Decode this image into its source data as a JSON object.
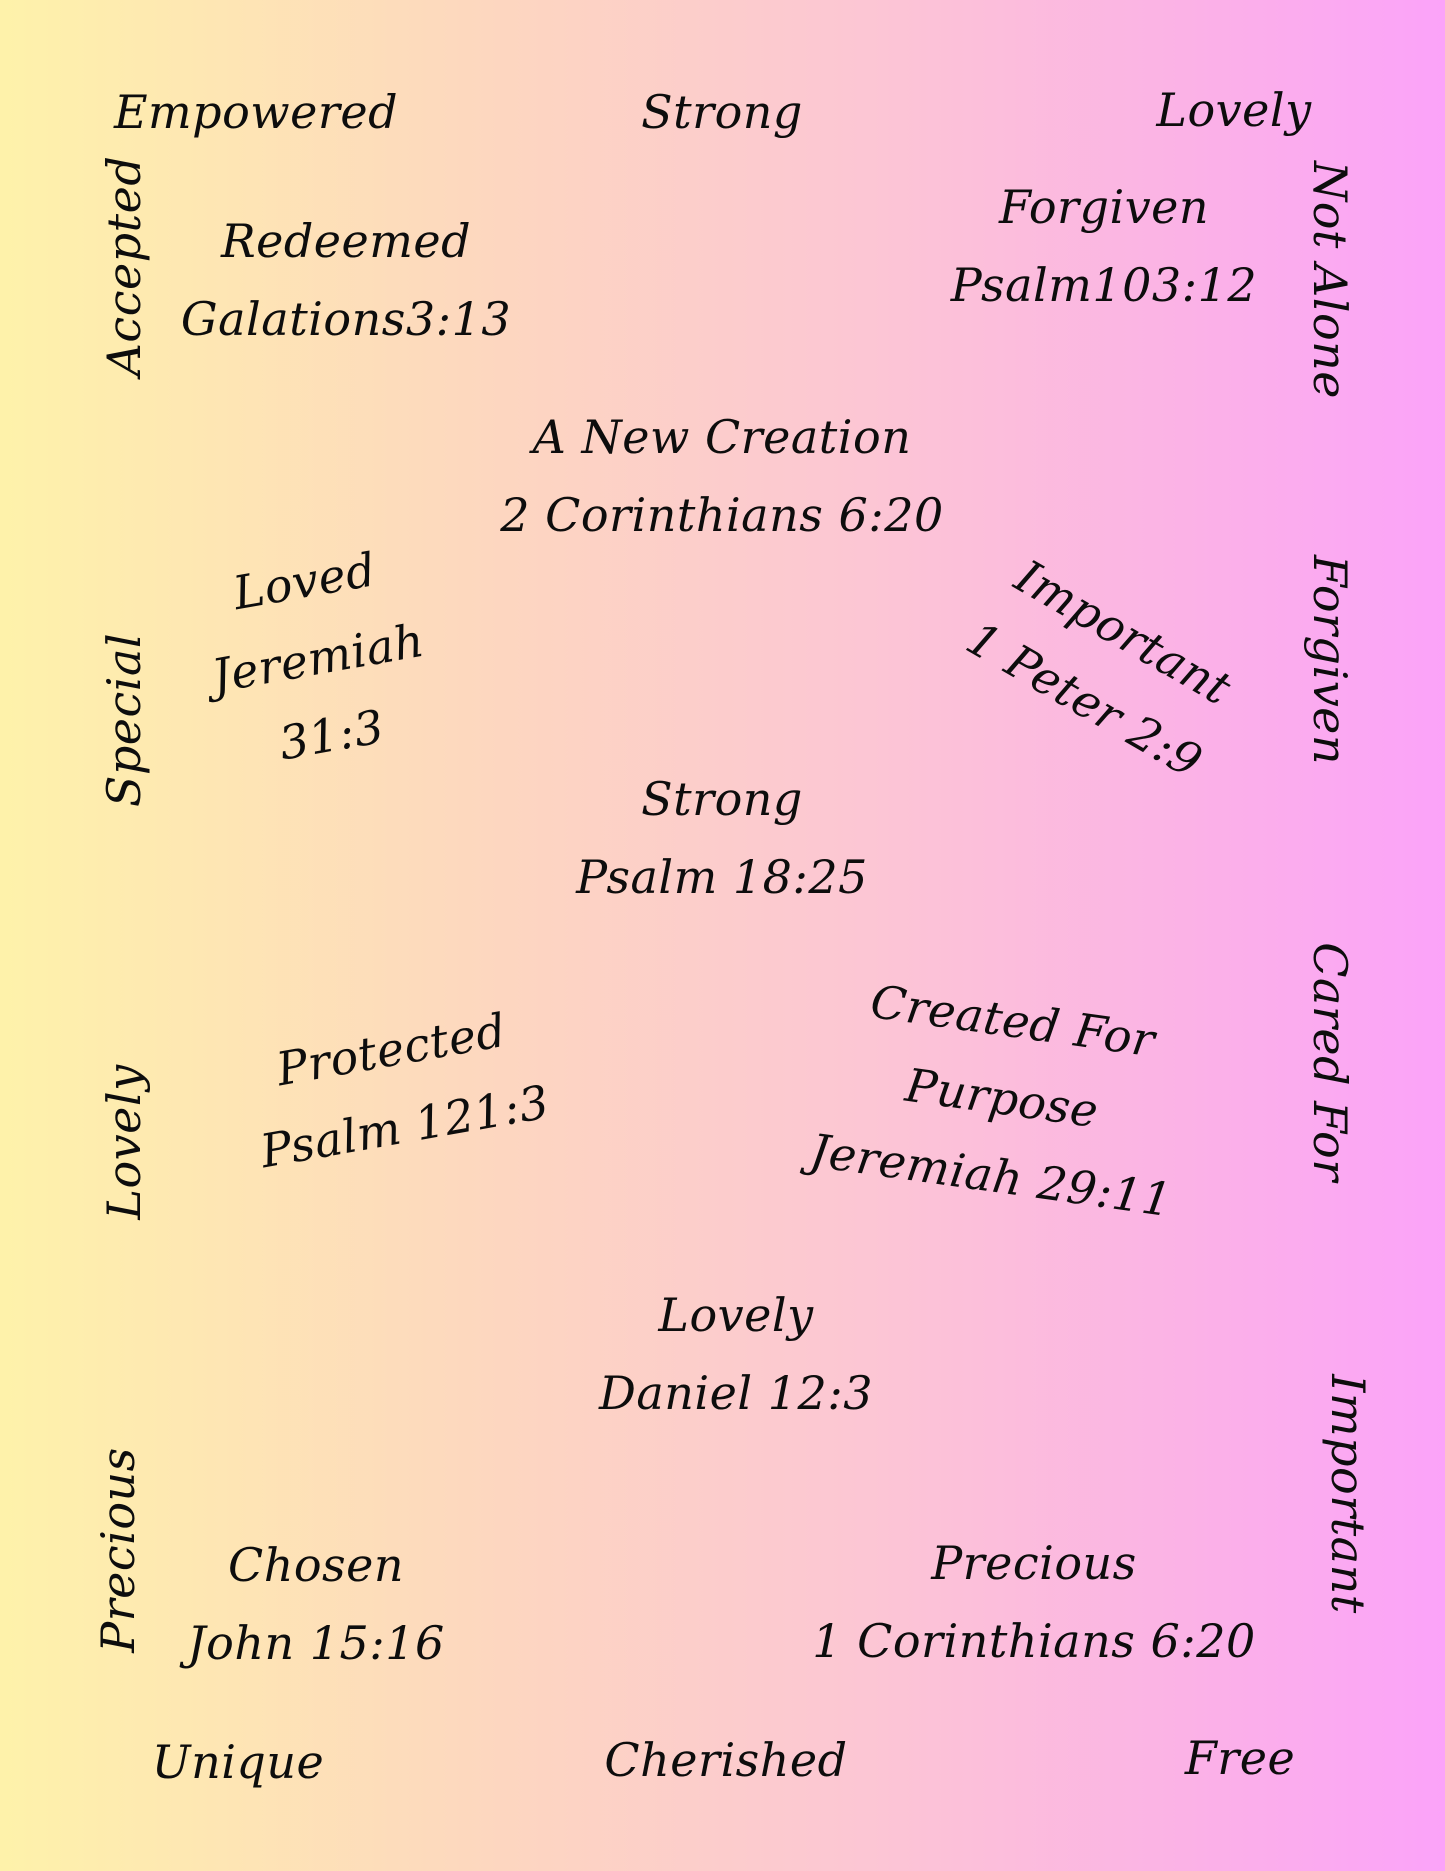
{
  "top_row": [
    "Empowered",
    "Strong",
    "Lovely"
  ],
  "bottom_row": [
    "Unique",
    "Cherished",
    "Free"
  ],
  "left_column": [
    "Accepted",
    "Special",
    "Lovely",
    "Precious"
  ],
  "right_column": [
    "Not Alone",
    "Forgiven",
    "Cared For",
    "Important"
  ],
  "phrases": {
    "redeemed": [
      "Redeemed",
      "Galations3:13"
    ],
    "forgiven": [
      "Forgiven",
      "Psalm103:12"
    ],
    "new_creation": [
      "A New Creation",
      "2 Corinthians 6:20"
    ],
    "loved": [
      "Loved",
      "Jeremiah",
      "31:3"
    ],
    "important": [
      "Important",
      "1 Peter 2:9"
    ],
    "strong": [
      "Strong",
      "Psalm 18:25"
    ],
    "protected": [
      "Protected",
      "Psalm 121:3"
    ],
    "created_for_purpose": [
      "Created For",
      "Purpose",
      "Jeremiah 29:11"
    ],
    "lovely": [
      "Lovely",
      "Daniel 12:3"
    ],
    "chosen": [
      "Chosen",
      "John 15:16"
    ],
    "precious": [
      "Precious",
      "1 Corinthians 6:20"
    ]
  }
}
